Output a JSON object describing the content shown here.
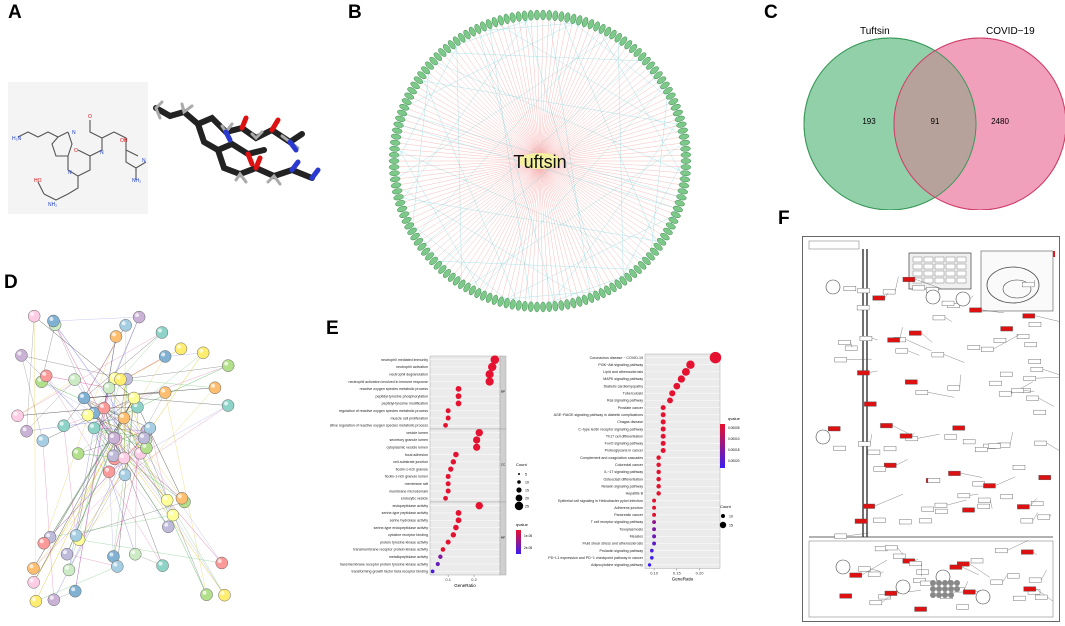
{
  "panels": {
    "A": {
      "letter": "A"
    },
    "B": {
      "letter": "B",
      "center_label": "Tuftsin"
    },
    "C": {
      "letter": "C",
      "chart_data": {
        "type": "venn",
        "sets": [
          {
            "name": "Tuftsin",
            "only": 193,
            "color": "#7fc89a"
          },
          {
            "name": "COVID−19",
            "only": 2480,
            "color": "#ee8fb0"
          }
        ],
        "intersection": 91,
        "overlap_color": "#b7a29b"
      }
    },
    "D": {
      "letter": "D"
    },
    "E": {
      "letter": "E",
      "left_chart": {
        "type": "scatter",
        "xlabel": "GeneRatio",
        "xticks": [
          "0.1",
          "0.2"
        ],
        "groups": [
          {
            "tag": "BP",
            "terms": [
              {
                "label": "neutrophil mediated immunity",
                "x": 0.28
              },
              {
                "label": "neutrophil activation",
                "x": 0.27
              },
              {
                "label": "neutrophil degranulation",
                "x": 0.26
              },
              {
                "label": "neutrophil activation involved in immune response",
                "x": 0.26
              },
              {
                "label": "reactive oxygen species metabolic process",
                "x": 0.14
              },
              {
                "label": "peptidyl-tyrosine phosphorylation",
                "x": 0.14
              },
              {
                "label": "peptidyl-tyrosine modification",
                "x": 0.14
              },
              {
                "label": "regulation of reactive oxygen species metabolic process",
                "x": 0.1
              },
              {
                "label": "muscle cell proliferation",
                "x": 0.1
              },
              {
                "label": "positive regulation of reactive oxygen species metabolic process",
                "x": 0.09
              }
            ]
          },
          {
            "tag": "CC",
            "terms": [
              {
                "label": "vesicle lumen",
                "x": 0.22
              },
              {
                "label": "secretory granule lumen",
                "x": 0.21
              },
              {
                "label": "cytoplasmic vesicle lumen",
                "x": 0.21
              },
              {
                "label": "focal adhesion",
                "x": 0.13
              },
              {
                "label": "cell-substrate junction",
                "x": 0.12
              },
              {
                "label": "ficolin-1-rich granule",
                "x": 0.11
              },
              {
                "label": "ficolin-1-rich granule lumen",
                "x": 0.1
              },
              {
                "label": "membrane raft",
                "x": 0.1
              },
              {
                "label": "membrane microdomain",
                "x": 0.1
              },
              {
                "label": "endocytic vesicle",
                "x": 0.09
              }
            ]
          },
          {
            "tag": "MF",
            "terms": [
              {
                "label": "endopeptidase activity",
                "x": 0.22
              },
              {
                "label": "serine-type peptidase activity",
                "x": 0.14
              },
              {
                "label": "serine hydrolase activity",
                "x": 0.14
              },
              {
                "label": "serine-type endopeptidase activity",
                "x": 0.13
              },
              {
                "label": "cytokine receptor binding",
                "x": 0.12
              },
              {
                "label": "protein tyrosine kinase activity",
                "x": 0.1
              },
              {
                "label": "transmembrane receptor protein kinase activity",
                "x": 0.08
              },
              {
                "label": "metallopeptidase activity",
                "x": 0.07
              },
              {
                "label": "transmembrane receptor protein tyrosine kinase activity",
                "x": 0.06
              },
              {
                "label": "transforming growth factor beta receptor binding",
                "x": 0.04
              }
            ]
          }
        ],
        "legend_count_title": "Count",
        "legend_count_values": [
          "5",
          "10",
          "15",
          "20",
          "25"
        ],
        "legend_q_title": "qvalue",
        "legend_q_ticks": [
          "1e-05",
          "2e-05"
        ]
      },
      "right_chart": {
        "type": "scatter",
        "xlabel": "GeneRatio",
        "xticks": [
          "0.10",
          "0.15",
          "0.20"
        ],
        "terms": [
          {
            "label": "Coronavirus disease − COVID-19",
            "x": 0.235
          },
          {
            "label": "PI3K−Akt signaling pathway",
            "x": 0.18
          },
          {
            "label": "Lipid and atherosclerosis",
            "x": 0.17
          },
          {
            "label": "MAPK signaling pathway",
            "x": 0.16
          },
          {
            "label": "Diabetic cardiomyopathy",
            "x": 0.15
          },
          {
            "label": "Tuberculosis",
            "x": 0.14
          },
          {
            "label": "Ras signaling pathway",
            "x": 0.135
          },
          {
            "label": "Prostate cancer",
            "x": 0.12
          },
          {
            "label": "AGE−RAGE signaling pathway in diabetic complications",
            "x": 0.12
          },
          {
            "label": "Chagas disease",
            "x": 0.12
          },
          {
            "label": "C−type lectin receptor signaling pathway",
            "x": 0.12
          },
          {
            "label": "Th17 cell differentiation",
            "x": 0.12
          },
          {
            "label": "FoxO signaling pathway",
            "x": 0.12
          },
          {
            "label": "Proteoglycans in cancer",
            "x": 0.12
          },
          {
            "label": "Complement and coagulation cascades",
            "x": 0.11
          },
          {
            "label": "Colorectal cancer",
            "x": 0.11
          },
          {
            "label": "IL−17 signaling pathway",
            "x": 0.11
          },
          {
            "label": "Osteoclast differentiation",
            "x": 0.11
          },
          {
            "label": "Relaxin signaling pathway",
            "x": 0.11
          },
          {
            "label": "Hepatitis B",
            "x": 0.11
          },
          {
            "label": "Epithelial cell signaling in Helicobacter pylori infection",
            "x": 0.1
          },
          {
            "label": "Adherens junction",
            "x": 0.1
          },
          {
            "label": "Pancreatic cancer",
            "x": 0.1
          },
          {
            "label": "T cell receptor signaling pathway",
            "x": 0.1
          },
          {
            "label": "Toxoplasmosis",
            "x": 0.1
          },
          {
            "label": "Measles",
            "x": 0.1
          },
          {
            "label": "Fluid shear stress and atherosclerosis",
            "x": 0.1
          },
          {
            "label": "Prolactin signaling pathway",
            "x": 0.095
          },
          {
            "label": "PD−L1 expression and PD−1 checkpoint pathway in cancer",
            "x": 0.095
          },
          {
            "label": "Adipocytokine signaling pathway",
            "x": 0.09
          }
        ],
        "legend_q_title": "qvalue",
        "legend_q_ticks": [
          "0.00005",
          "0.00010",
          "0.00015",
          "0.00020"
        ],
        "legend_count_title": "Count",
        "legend_count_values": [
          "10",
          "15"
        ]
      }
    },
    "F": {
      "letter": "F"
    }
  },
  "colors": {
    "red": "#e8112d",
    "blue": "#3a1df0",
    "green_node": "#7cc98a",
    "venn_green": "#7fc89a",
    "venn_pink": "#ee8fb0"
  }
}
